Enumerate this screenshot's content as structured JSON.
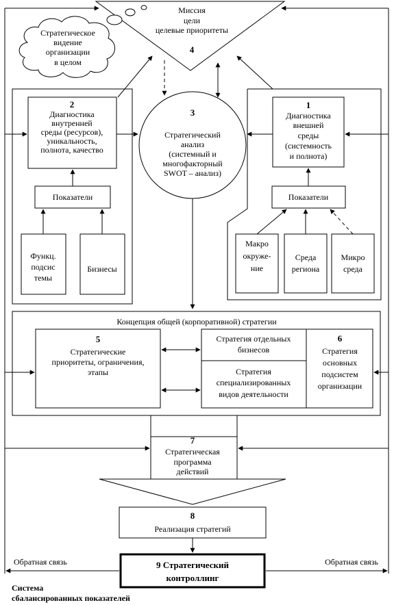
{
  "nodes": {
    "mission": {
      "lines": [
        "Миссия",
        "цели",
        "целевые приоритеты"
      ],
      "number": "4"
    },
    "vision": {
      "lines": [
        "Стратегическое",
        "видение",
        "организации",
        "в целом"
      ]
    },
    "internal": {
      "number": "2",
      "lines": [
        "Диагностика",
        "внутренней",
        "среды (ресурсов),",
        "уникальность,",
        "полнота, качество"
      ]
    },
    "analysis": {
      "number": "3",
      "lines": [
        "Стратегический",
        "анализ",
        "(системный и",
        "многофакторный",
        "SWOT – анализ)"
      ]
    },
    "external": {
      "number": "1",
      "lines": [
        "Диагностика",
        "внешней",
        "среды",
        "(системность",
        "и полнота)"
      ]
    },
    "indicators_left": {
      "label": "Показатели"
    },
    "indicators_right": {
      "label": "Показатели"
    },
    "func_subsystems": {
      "lines": [
        "Функц.",
        "подсис",
        "темы"
      ]
    },
    "businesses": {
      "label": "Бизнесы"
    },
    "macro": {
      "lines": [
        "Макро",
        "окруже-",
        "ние"
      ]
    },
    "region": {
      "lines": [
        "Среда",
        "региона"
      ]
    },
    "micro": {
      "lines": [
        "Микро",
        "среда"
      ]
    },
    "concept": {
      "title": "Концепция общей (корпоративной) стратегии"
    },
    "priorities": {
      "number": "5",
      "lines": [
        "Стратегические",
        "приоритеты, ограничения,",
        "этапы"
      ]
    },
    "business_strategy": {
      "lines": [
        "Стратегия отдельных",
        "бизнесов"
      ]
    },
    "special_strategy": {
      "lines": [
        "Стратегия",
        "специализированных",
        "видов деятельности"
      ]
    },
    "subsystems_strategy": {
      "number": "6",
      "lines": [
        "Стратегия",
        "основных",
        "подсистем",
        "организации"
      ]
    },
    "program": {
      "number": "7",
      "lines": [
        "Стратегическая",
        "программа",
        "действий"
      ]
    },
    "realization": {
      "number": "8",
      "label": "Реализация стратегий"
    },
    "controlling": {
      "lines": [
        "9 Стратегический",
        "контроллинг"
      ]
    }
  },
  "labels": {
    "feedback_left": "Обратная связь",
    "feedback_right": "Обратная связь",
    "scorecard": [
      "Система",
      "сбалансированных показателей"
    ]
  }
}
